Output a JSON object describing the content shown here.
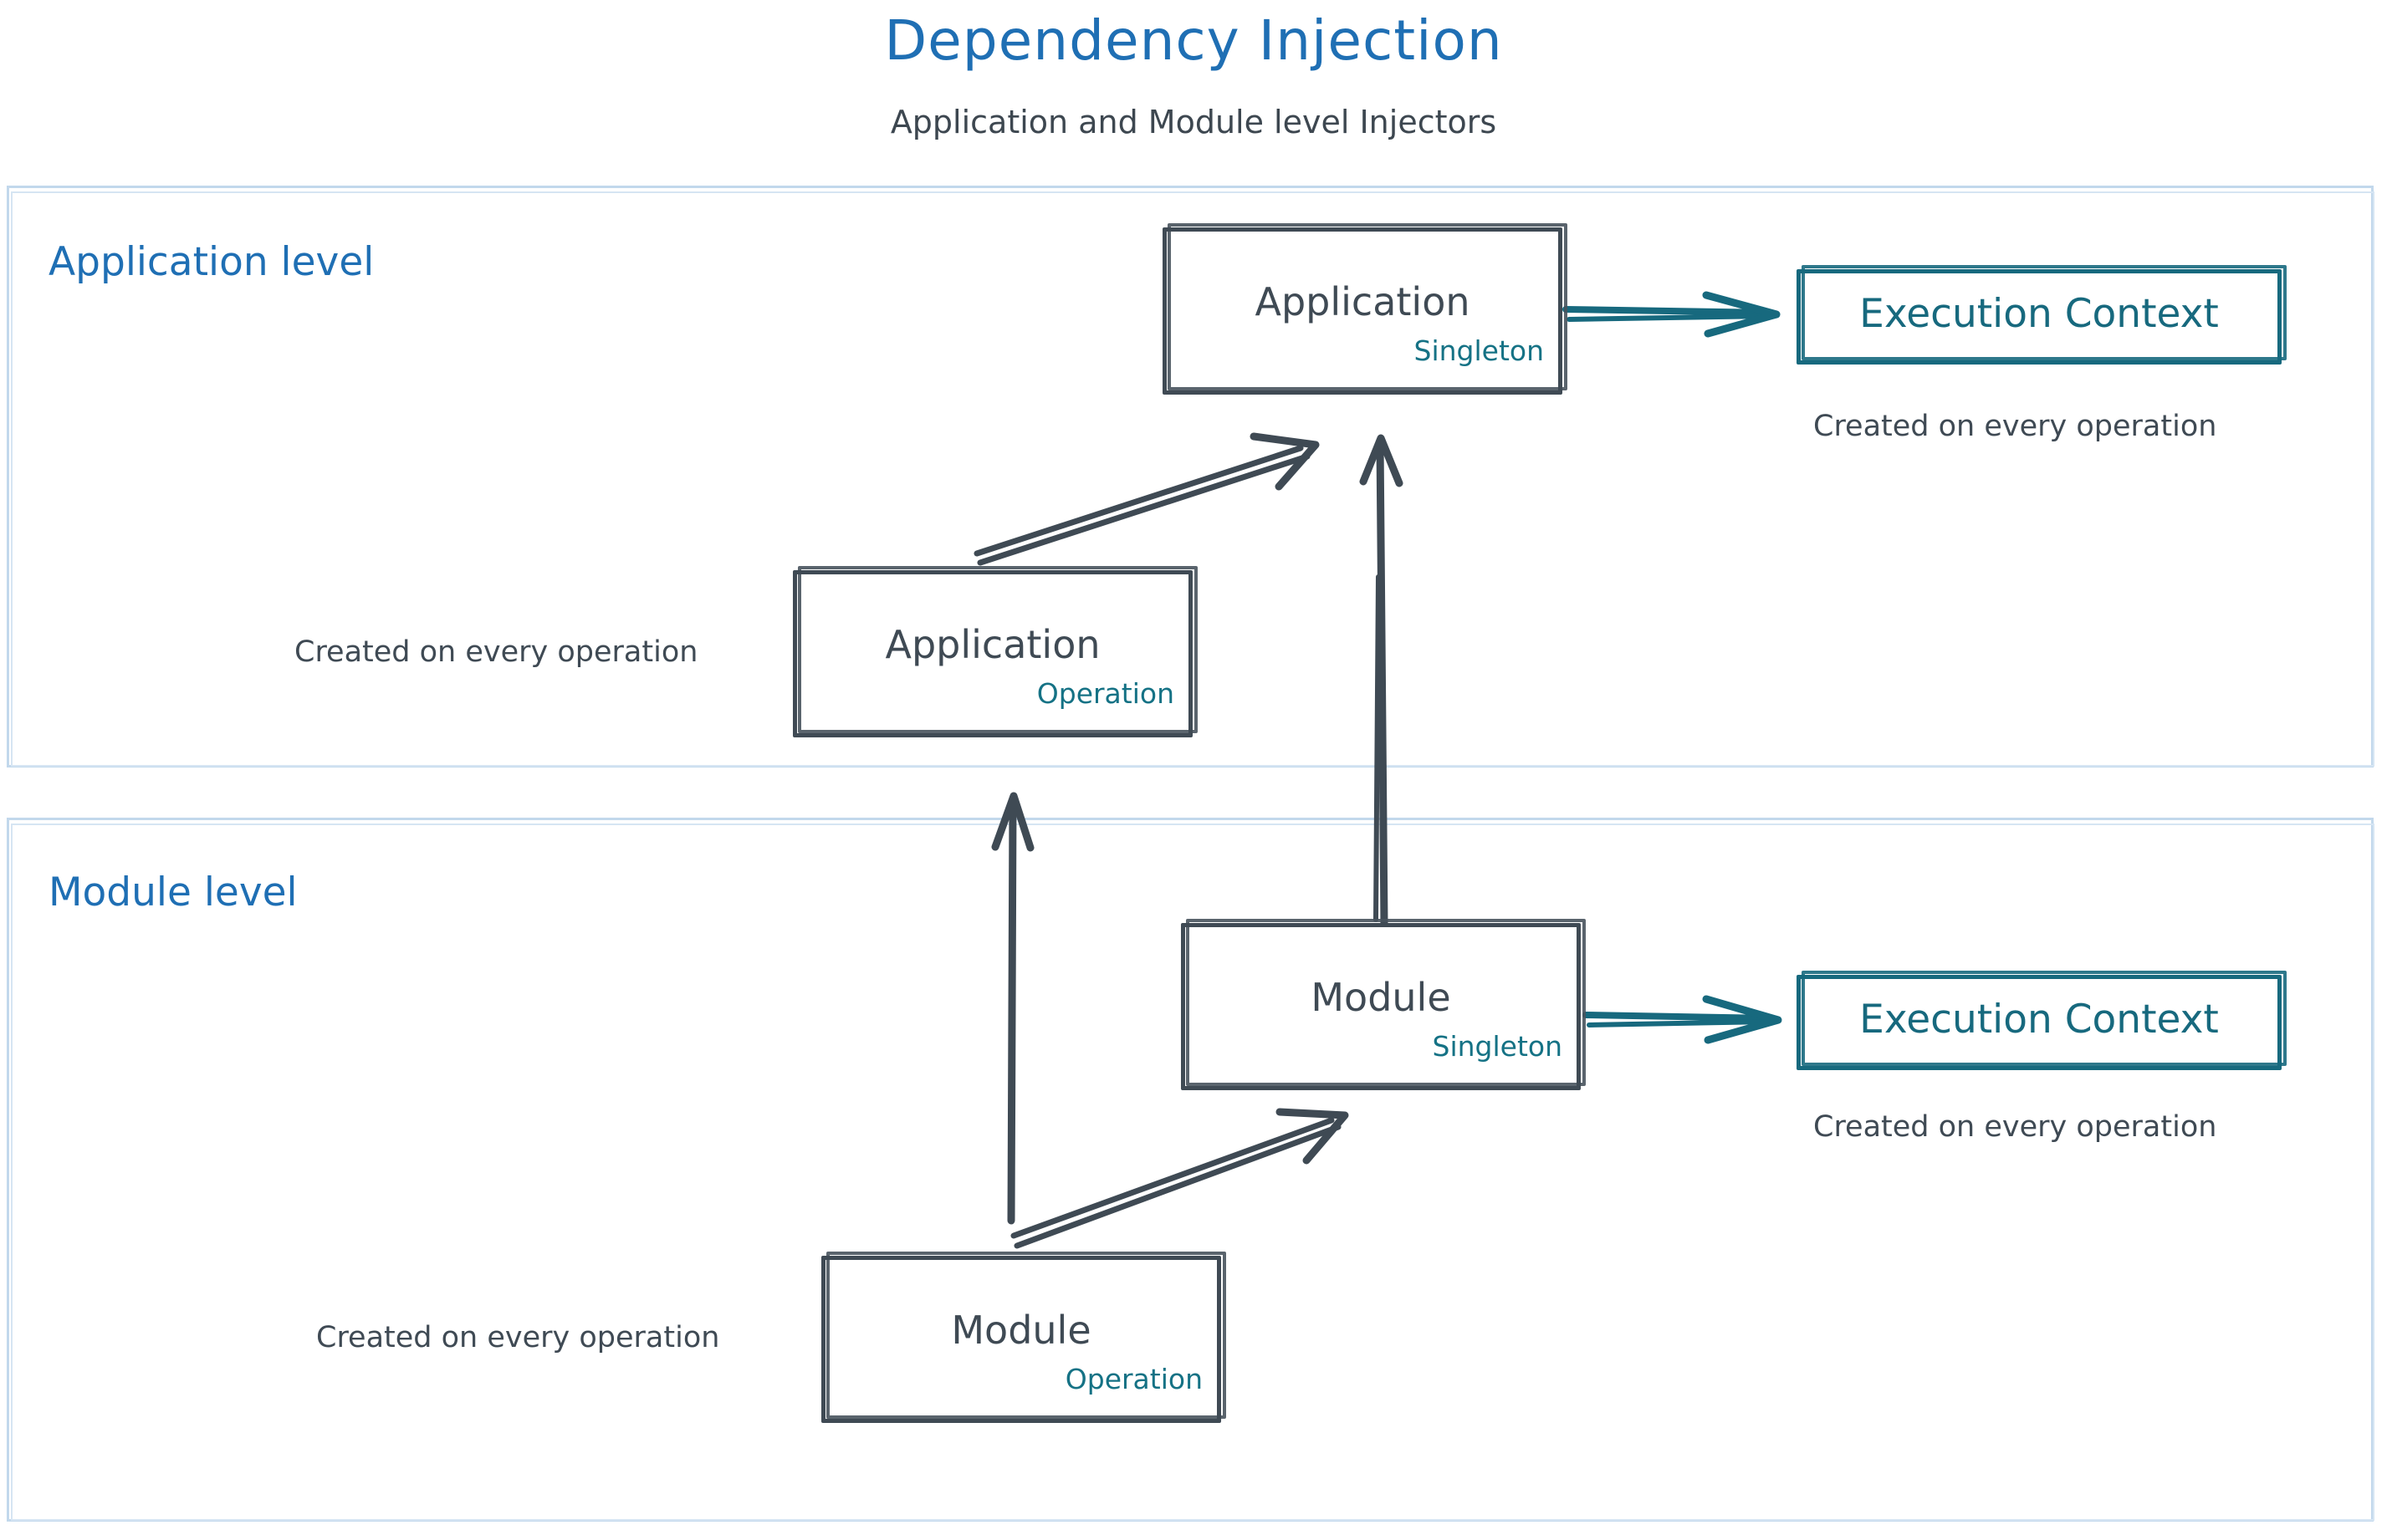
{
  "header": {
    "title": "Dependency Injection",
    "subtitle": "Application and Module level Injectors"
  },
  "colors": {
    "title_blue": "#1f6fb4",
    "teal": "#17697e",
    "slate": "#3f4a54",
    "container_border": "#c2d8ec"
  },
  "levels": [
    {
      "id": "application",
      "label": "Application level",
      "nodes": [
        {
          "id": "app-singleton",
          "title": "Application",
          "scope": "Singleton"
        },
        {
          "id": "app-operation",
          "title": "Application",
          "scope": "Operation"
        },
        {
          "id": "exec-ctx-app",
          "title": "Execution Context"
        }
      ],
      "captions": [
        {
          "id": "cap-app-op",
          "text": "Created on every operation"
        },
        {
          "id": "cap-ec-app",
          "text": "Created on every operation"
        }
      ]
    },
    {
      "id": "module",
      "label": "Module level",
      "nodes": [
        {
          "id": "mod-singleton",
          "title": "Module",
          "scope": "Singleton"
        },
        {
          "id": "mod-operation",
          "title": "Module",
          "scope": "Operation"
        },
        {
          "id": "exec-ctx-mod",
          "title": "Execution Context"
        }
      ],
      "captions": [
        {
          "id": "cap-mod-op",
          "text": "Created on every operation"
        },
        {
          "id": "cap-ec-mod",
          "text": "Created on every operation"
        }
      ]
    }
  ],
  "edges": [
    {
      "id": "app-op-to-app-singleton",
      "from": "Application (Operation)",
      "to": "Application (Singleton)",
      "color": "#3f4a54"
    },
    {
      "id": "app-singleton-to-exec-ctx",
      "from": "Application (Singleton)",
      "to": "Execution Context",
      "color": "#17697e"
    },
    {
      "id": "mod-singleton-to-app-singleton",
      "from": "Module (Singleton)",
      "to": "Application (Singleton)",
      "color": "#3f4a54"
    },
    {
      "id": "mod-op-to-mod-singleton",
      "from": "Module (Operation)",
      "to": "Module (Singleton)",
      "color": "#3f4a54"
    },
    {
      "id": "mod-op-to-app-op",
      "from": "Module (Operation)",
      "to": "Application (Operation)",
      "color": "#3f4a54"
    },
    {
      "id": "mod-singleton-to-exec-ctx",
      "from": "Module (Singleton)",
      "to": "Execution Context",
      "color": "#17697e"
    }
  ]
}
